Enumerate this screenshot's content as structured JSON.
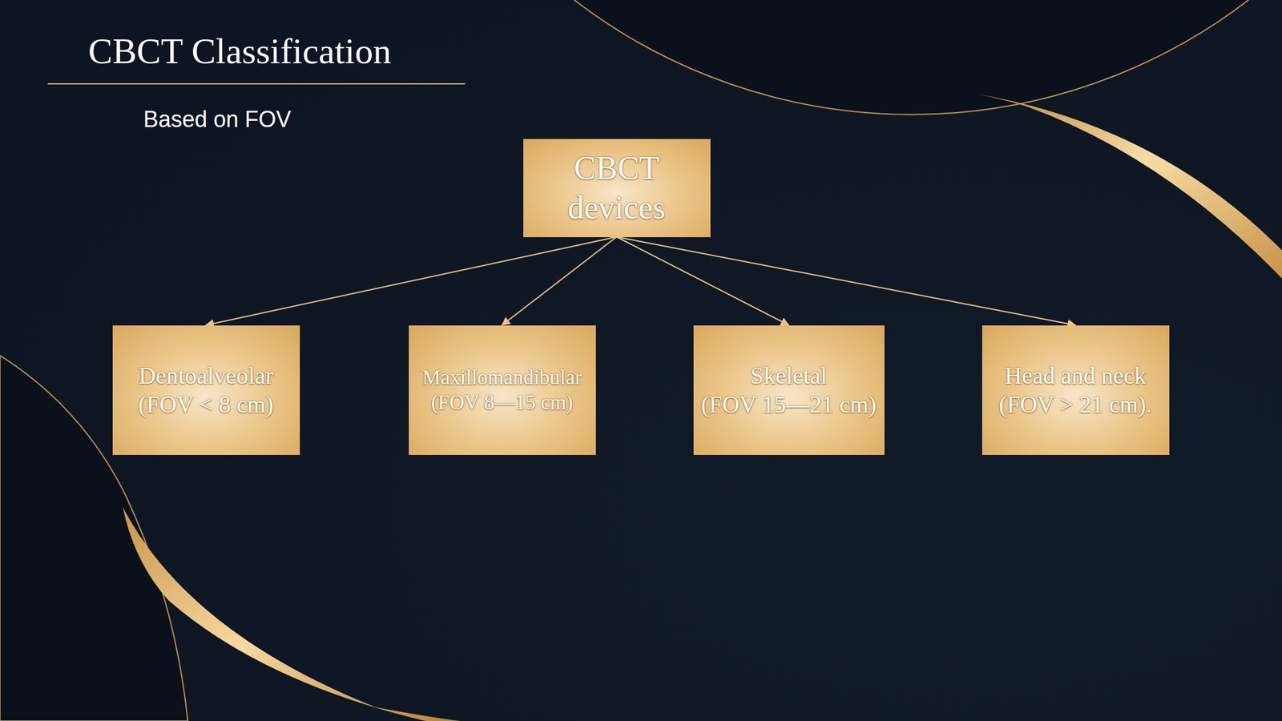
{
  "diagram": {
    "title": "CBCT Classification",
    "nodes": [
      {
        "text": [
          "CBCT devices"
        ]
      },
      {
        "text": [
          "Dentoalveolar (FOV < 8 cm)"
        ]
      },
      {
        "text": [
          "Maxillomandibular (FOV 8—15 cm)"
        ]
      },
      {
        "text": [
          "Skeletal (FOV 15—21 cm)"
        ]
      },
      {
        "text": [
          "Head and neck (FOV > 21 cm)."
        ]
      }
    ],
    "edges": [
      {
        "from": 0,
        "to": 1,
        "arrow": "to"
      },
      {
        "from": 0,
        "to": 2,
        "arrow": "to"
      },
      {
        "from": 0,
        "to": 3,
        "arrow": "to"
      },
      {
        "from": 0,
        "to": 4,
        "arrow": "to"
      }
    ],
    "labels": [
      "Based on FOV"
    ]
  }
}
